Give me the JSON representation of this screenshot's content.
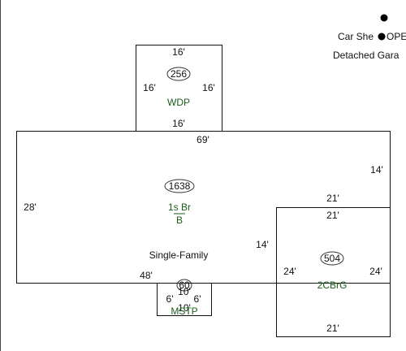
{
  "sketch": {
    "legend": {
      "car_shed": "Car She",
      "car_shed_tail": "OPE",
      "detached": "Detached Gara"
    },
    "wdp": {
      "area": "256",
      "code": "WDP",
      "top": "16'",
      "left": "16'",
      "right": "16'",
      "bottom": "16'"
    },
    "main": {
      "area": "1638",
      "code_top": "1s Br",
      "code_bottom": "B",
      "use": "Single-Family",
      "top": "69'",
      "right_top": "14'",
      "left": "28'",
      "inner_right": "14'",
      "bottom": "48'"
    },
    "garage": {
      "area": "504",
      "code": "2CBrG",
      "top_outer": "21'",
      "top_inner": "21'",
      "left": "24'",
      "right": "24'",
      "bottom": "21'"
    },
    "mstp": {
      "area": "60",
      "code": "MSTP",
      "top": "10'",
      "left": "6'",
      "right": "6'",
      "bottom": "10'"
    },
    "colors": {
      "line": "#111111",
      "code_text": "#1a5e1a"
    }
  }
}
